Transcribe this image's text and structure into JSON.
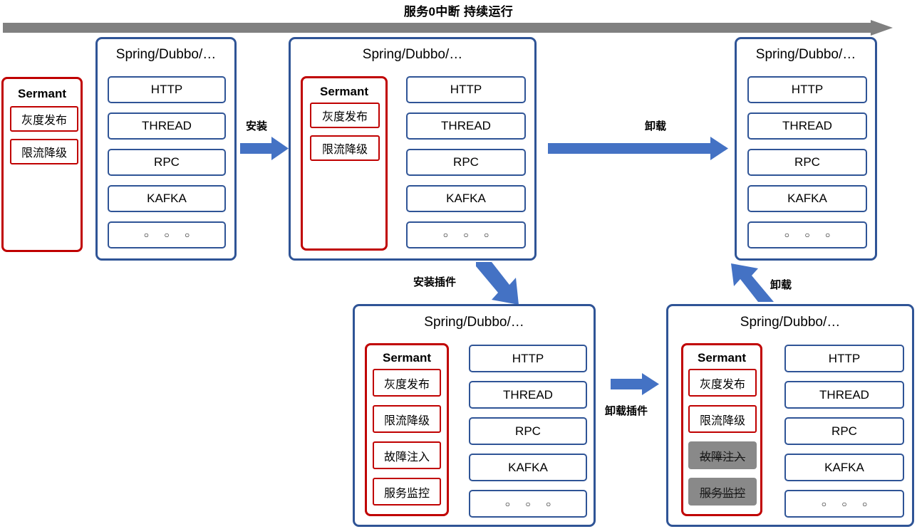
{
  "banner": {
    "title": "服务0中断 持续运行",
    "arrow_color": "#808080",
    "arrow_name": "continuous-operation-arrow"
  },
  "colors": {
    "container_border": "#2F5496",
    "module_border": "#2F5496",
    "sermant_border": "#C00000",
    "plugin_border": "#C00000",
    "arrow_blue": "#4472C4",
    "disabled_fill": "#898989",
    "banner_gray": "#808080"
  },
  "labels": {
    "sermant": "Sermant",
    "container": "Spring/Dubbo/…",
    "dots": "○ ○ ○"
  },
  "modules": [
    "HTTP",
    "THREAD",
    "RPC",
    "KAFKA",
    "○ ○ ○"
  ],
  "plugins": {
    "gray_release": "灰度发布",
    "rate_limit": "限流降级",
    "fault_injection": "故障注入",
    "service_monitor": "服务监控"
  },
  "arrows": [
    {
      "name": "install-arrow",
      "label": "安装",
      "direction": "right"
    },
    {
      "name": "uninstall-arrow",
      "label": "卸载",
      "direction": "right"
    },
    {
      "name": "install-plugin-arrow",
      "label": "安装插件",
      "direction": "down-right"
    },
    {
      "name": "uninstall-plugin-arrow",
      "label": "卸载插件",
      "direction": "right"
    },
    {
      "name": "uninstall-return-arrow",
      "label": "卸载",
      "direction": "up-right"
    }
  ],
  "nodes": {
    "standalone_sermant": {
      "name": "standalone-sermant-card",
      "title": "Sermant",
      "plugins": [
        "灰度发布",
        "限流降级"
      ]
    },
    "plain_app_left": {
      "name": "plain-application-left",
      "title": "Spring/Dubbo/…",
      "modules": [
        "HTTP",
        "THREAD",
        "RPC",
        "KAFKA",
        "○ ○ ○"
      ],
      "sermant": null
    },
    "app_with_sermant": {
      "name": "application-with-sermant",
      "title": "Spring/Dubbo/…",
      "modules": [
        "HTTP",
        "THREAD",
        "RPC",
        "KAFKA",
        "○ ○ ○"
      ],
      "sermant": {
        "title": "Sermant",
        "plugins": [
          "灰度发布",
          "限流降级"
        ]
      }
    },
    "plain_app_right": {
      "name": "plain-application-right",
      "title": "Spring/Dubbo/…",
      "modules": [
        "HTTP",
        "THREAD",
        "RPC",
        "KAFKA",
        "○ ○ ○"
      ],
      "sermant": null
    },
    "app_four_plugins": {
      "name": "application-four-plugins",
      "title": "Spring/Dubbo/…",
      "modules": [
        "HTTP",
        "THREAD",
        "RPC",
        "KAFKA",
        "○ ○ ○"
      ],
      "sermant": {
        "title": "Sermant",
        "plugins": [
          "灰度发布",
          "限流降级",
          "故障注入",
          "服务监控"
        ]
      }
    },
    "app_plugins_removed": {
      "name": "application-plugins-removed",
      "title": "Spring/Dubbo/…",
      "modules": [
        "HTTP",
        "THREAD",
        "RPC",
        "KAFKA",
        "○ ○ ○"
      ],
      "sermant": {
        "title": "Sermant",
        "plugins": [
          "灰度发布",
          "限流降级",
          "故障注入",
          "服务监控"
        ],
        "disabled_plugins": [
          "故障注入",
          "服务监控"
        ]
      }
    }
  }
}
